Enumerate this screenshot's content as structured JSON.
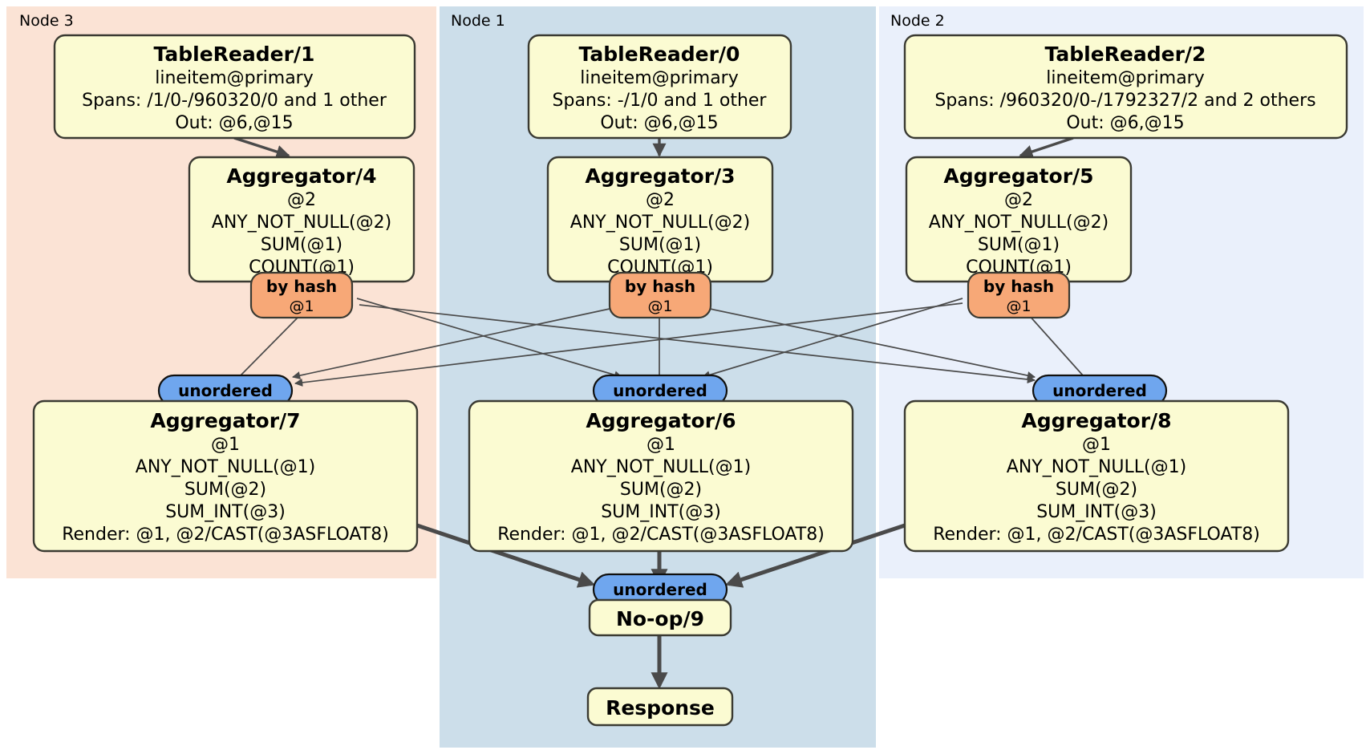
{
  "diagram": {
    "type": "distributed-query-plan",
    "nodes": [
      {
        "id": "node3",
        "label": "Node 3",
        "color": "#fbe3d5"
      },
      {
        "id": "node1",
        "label": "Node 1",
        "color": "#ccdeea"
      },
      {
        "id": "node2",
        "label": "Node 2",
        "color": "#eaf0fb"
      }
    ],
    "processors": [
      {
        "id": "tr1",
        "node": "node3",
        "title": "TableReader/1",
        "lines": [
          "lineitem@primary",
          "Spans: /1/0-/960320/0 and 1 other",
          "Out: @6,@15"
        ]
      },
      {
        "id": "tr0",
        "node": "node1",
        "title": "TableReader/0",
        "lines": [
          "lineitem@primary",
          "Spans: -/1/0 and 1 other",
          "Out: @6,@15"
        ]
      },
      {
        "id": "tr2",
        "node": "node2",
        "title": "TableReader/2",
        "lines": [
          "lineitem@primary",
          "Spans: /960320/0-/1792327/2 and 2 others",
          "Out: @6,@15"
        ]
      },
      {
        "id": "agg4",
        "node": "node3",
        "title": "Aggregator/4",
        "lines": [
          "@2",
          "ANY_NOT_NULL(@2)",
          "SUM(@1)",
          "COUNT(@1)"
        ]
      },
      {
        "id": "agg3",
        "node": "node1",
        "title": "Aggregator/3",
        "lines": [
          "@2",
          "ANY_NOT_NULL(@2)",
          "SUM(@1)",
          "COUNT(@1)"
        ]
      },
      {
        "id": "agg5",
        "node": "node2",
        "title": "Aggregator/5",
        "lines": [
          "@2",
          "ANY_NOT_NULL(@2)",
          "SUM(@1)",
          "COUNT(@1)"
        ]
      },
      {
        "id": "agg7",
        "node": "node3",
        "title": "Aggregator/7",
        "lines": [
          "@1",
          "ANY_NOT_NULL(@1)",
          "SUM(@2)",
          "SUM_INT(@3)",
          "Render: @1, @2/CAST(@3ASFLOAT8)"
        ]
      },
      {
        "id": "agg6",
        "node": "node1",
        "title": "Aggregator/6",
        "lines": [
          "@1",
          "ANY_NOT_NULL(@1)",
          "SUM(@2)",
          "SUM_INT(@3)",
          "Render: @1, @2/CAST(@3ASFLOAT8)"
        ]
      },
      {
        "id": "agg8",
        "node": "node2",
        "title": "Aggregator/8",
        "lines": [
          "@1",
          "ANY_NOT_NULL(@1)",
          "SUM(@2)",
          "SUM_INT(@3)",
          "Render: @1, @2/CAST(@3ASFLOAT8)"
        ]
      },
      {
        "id": "noop9",
        "node": "node1",
        "title": "No-op/9",
        "lines": []
      },
      {
        "id": "response",
        "node": "node1",
        "title": "Response",
        "lines": []
      }
    ],
    "hash_routers": [
      {
        "id": "hash4",
        "label": "by hash",
        "sub": "@1",
        "node": "node3"
      },
      {
        "id": "hash3",
        "label": "by hash",
        "sub": "@1",
        "node": "node1"
      },
      {
        "id": "hash5",
        "label": "by hash",
        "sub": "@1",
        "node": "node2"
      }
    ],
    "sync_pills": [
      {
        "id": "un7",
        "label": "unordered",
        "node": "node3"
      },
      {
        "id": "un6",
        "label": "unordered",
        "node": "node1"
      },
      {
        "id": "un8",
        "label": "unordered",
        "node": "node2"
      },
      {
        "id": "un9",
        "label": "unordered",
        "node": "node1"
      }
    ],
    "colors": {
      "processor_fill": "#fbfbd2",
      "processor_stroke": "#3a3a32",
      "hash_fill": "#f7a877",
      "unordered_fill": "#6fa6ee",
      "node3_bg": "#fbe3d5",
      "node1_bg": "#ccdeea",
      "node2_bg": "#eaf0fb",
      "edge": "#4a4a4a"
    }
  }
}
